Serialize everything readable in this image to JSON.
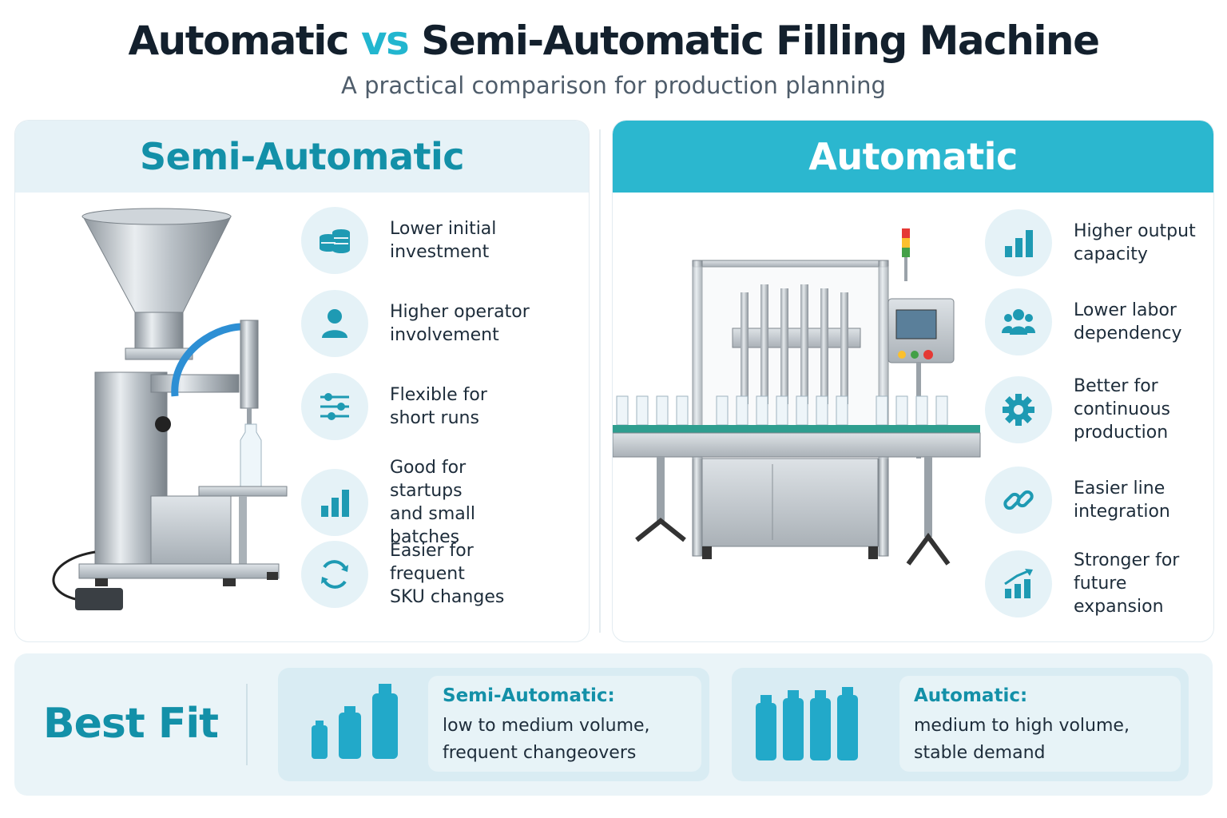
{
  "header": {
    "title_left": "Automatic",
    "title_vs": "vs",
    "title_right": "Semi-Automatic Filling Machine",
    "subtitle": "A practical comparison for production planning"
  },
  "colors": {
    "accent": "#22b6cf",
    "accent_dark": "#1390a8",
    "text": "#13202d"
  },
  "semi": {
    "heading": "Semi-Automatic",
    "features": [
      {
        "icon": "coins-icon",
        "text": "Lower initial\ninvestment"
      },
      {
        "icon": "user-icon",
        "text": "Higher operator\ninvolvement"
      },
      {
        "icon": "sliders-icon",
        "text": "Flexible for\nshort runs"
      },
      {
        "icon": "bar-chart-icon",
        "text": "Good for startups\nand small batches"
      },
      {
        "icon": "refresh-icon",
        "text": "Easier for frequent\nSKU changes"
      }
    ]
  },
  "auto": {
    "heading": "Automatic",
    "features": [
      {
        "icon": "bar-chart-icon",
        "text": "Higher output\ncapacity"
      },
      {
        "icon": "team-icon",
        "text": "Lower labor\ndependency"
      },
      {
        "icon": "gear-icon",
        "text": "Better for\ncontinuous\nproduction"
      },
      {
        "icon": "link-icon",
        "text": "Easier line\nintegration"
      },
      {
        "icon": "growth-chart-icon",
        "text": "Stronger for\nfuture expansion"
      }
    ]
  },
  "best_fit": {
    "heading": "Best Fit",
    "semi_label": "Semi-Automatic:",
    "semi_desc": "low to medium volume,\nfrequent changeovers",
    "auto_label": "Automatic:",
    "auto_desc": "medium to high volume,\nstable demand"
  }
}
